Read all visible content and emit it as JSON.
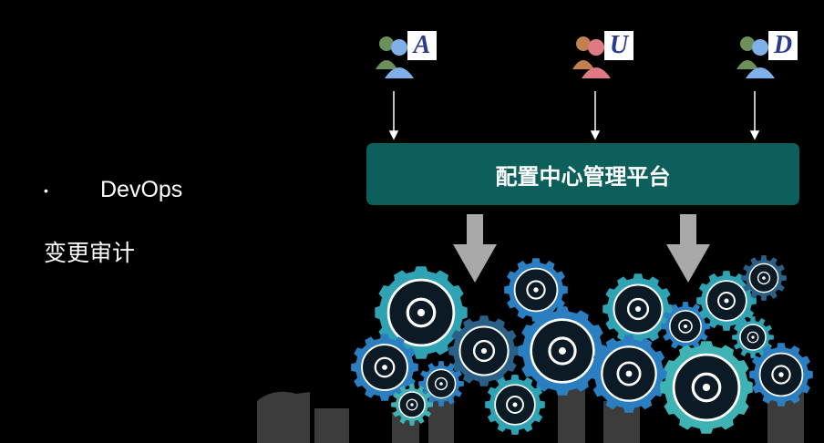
{
  "left": {
    "bullet": "DevOps",
    "subtext": "变更审计"
  },
  "platform": {
    "label": "配置中心管理平台",
    "color": "#0d5f5c"
  },
  "users": [
    {
      "letter": "A",
      "icon": "users-icon",
      "color": "#7fb0e8"
    },
    {
      "letter": "U",
      "icon": "users-icon",
      "color": "#e07a82"
    },
    {
      "letter": "D",
      "icon": "users-icon",
      "color": "#7fb0e8"
    }
  ],
  "gears": [
    {
      "icon": "lightbulb-icon",
      "color": "#2fa3b3"
    },
    {
      "icon": "bar-chart-icon",
      "color": "#2b7fc1"
    },
    {
      "icon": "clipboard-icon",
      "color": "#2a5f86"
    },
    {
      "icon": "target-icon",
      "color": "#2b7fc1"
    },
    {
      "icon": "team-icon",
      "color": "#2b7fc1"
    },
    {
      "icon": "search-icon",
      "color": "#2b7fc1"
    },
    {
      "icon": "info-icon",
      "color": "#3fb3b3"
    },
    {
      "icon": "pencil-icon",
      "color": "#2fa3b3"
    },
    {
      "icon": "calendar-icon",
      "color": "#2fa3b3"
    },
    {
      "icon": "money-icon",
      "color": "#2b7fc1"
    },
    {
      "icon": "pie-chart-icon",
      "color": "#2b7fc1"
    },
    {
      "icon": "trophy-icon",
      "color": "#2fa3b3"
    },
    {
      "icon": "handshake-icon",
      "color": "#3fb3b3"
    },
    {
      "icon": "puzzle-icon",
      "color": "#2fa3b3"
    },
    {
      "icon": "monitor-icon",
      "color": "#2a5f86"
    },
    {
      "icon": "megaphone-icon",
      "color": "#2b7fc1"
    }
  ]
}
